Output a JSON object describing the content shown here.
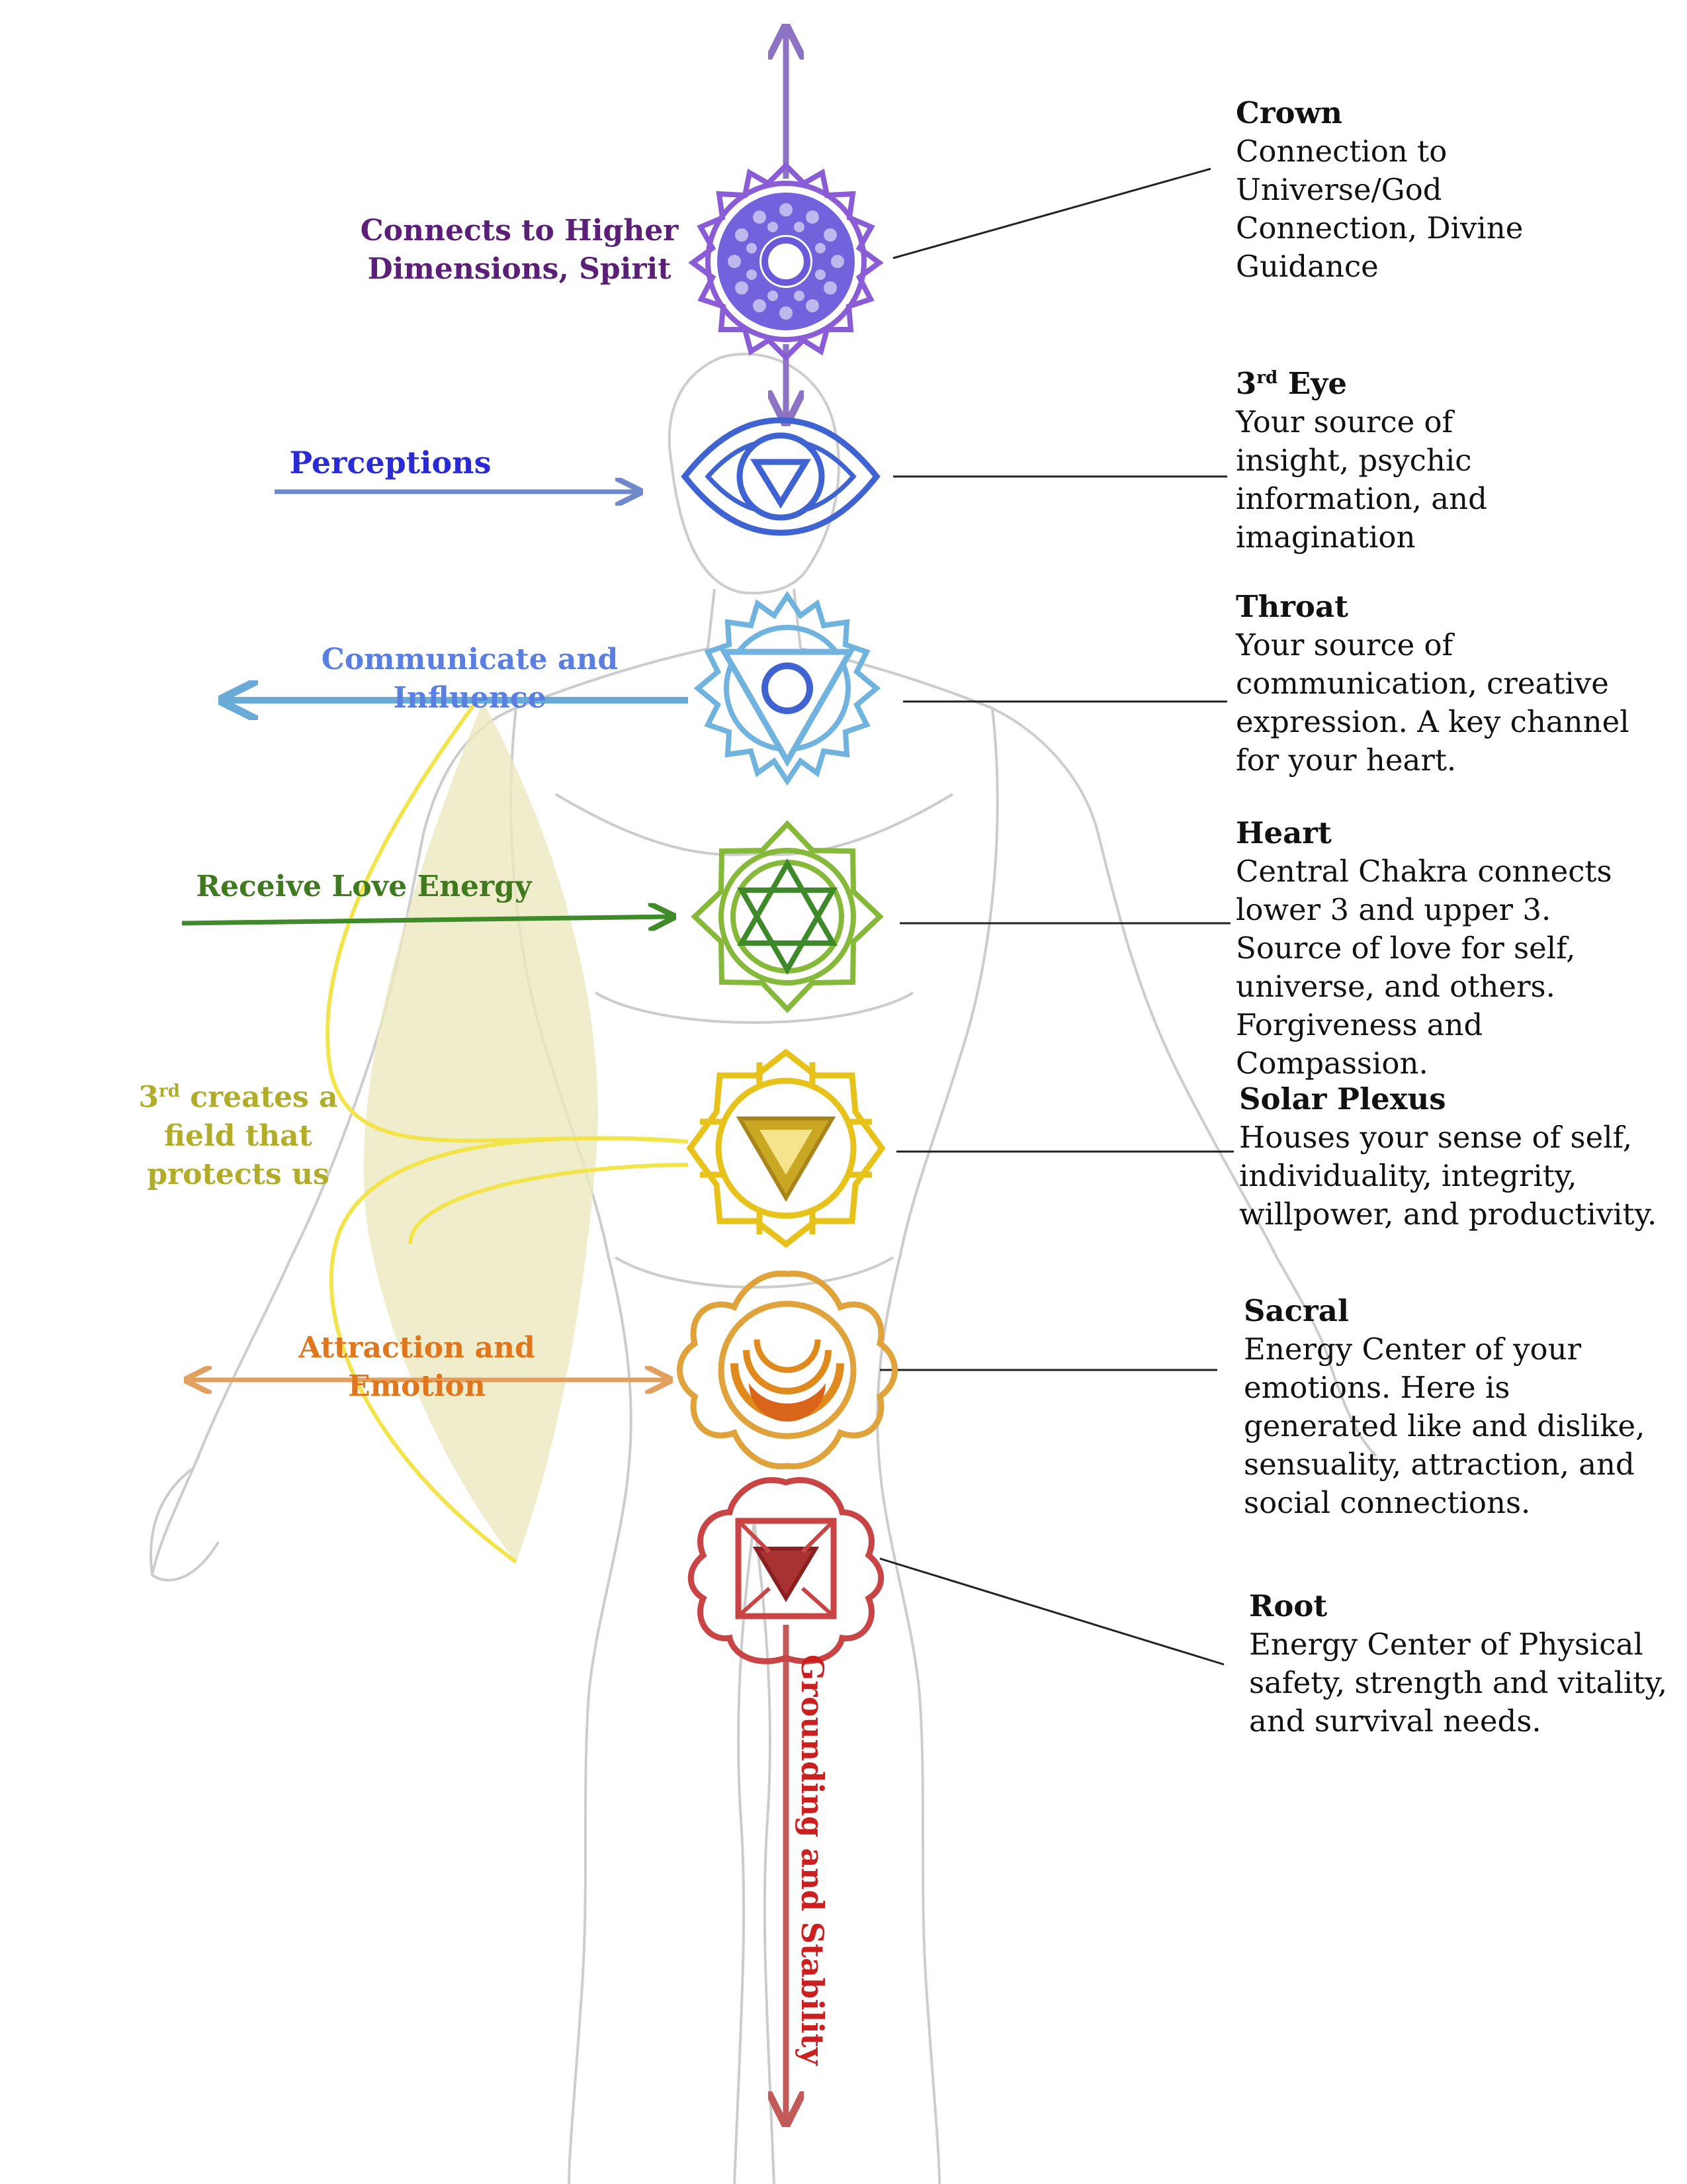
{
  "colors": {
    "crown": "#8a5cd6",
    "third_eye": "#3f63d1",
    "throat": "#6fb3de",
    "heart": "#86b93a",
    "solar": "#e6c21a",
    "sacral": "#e08a1e",
    "root": "#c94545",
    "grounding": "#cc1f1f"
  },
  "chakras": [
    {
      "name": "Crown",
      "description": "Connection to Universe/God Connection, Divine Guidance"
    },
    {
      "name": "3rd Eye",
      "name_main": "3",
      "name_sup": "rd",
      "name_rest": " Eye",
      "description": "Your source of insight, psychic information, and imagination"
    },
    {
      "name": "Throat",
      "description": "Your source of communication, creative expression. A key channel for your heart."
    },
    {
      "name": "Heart",
      "description": "Central Chakra connects lower 3 and upper 3. Source of love for self, universe, and others. Forgiveness and Compassion."
    },
    {
      "name": "Solar Plexus",
      "description": "Houses your sense of self, individuality, integrity, willpower, and productivity."
    },
    {
      "name": "Sacral",
      "description": "Energy Center of your emotions. Here is generated like and dislike, sensuality, attraction, and social connections."
    },
    {
      "name": "Root",
      "description": "Energy Center of Physical safety, strength and vitality, and survival needs."
    }
  ],
  "left_labels": {
    "higher": "Connects to Higher Dimensions, Spirit",
    "perceptions": "Perceptions",
    "communicate": "Communicate and Influence",
    "love": "Receive Love Energy",
    "field_main": "3",
    "field_sup": "rd",
    "field_rest": " creates a field that protects us",
    "attraction": "Attraction and Emotion"
  },
  "grounding": "Grounding and Stability"
}
